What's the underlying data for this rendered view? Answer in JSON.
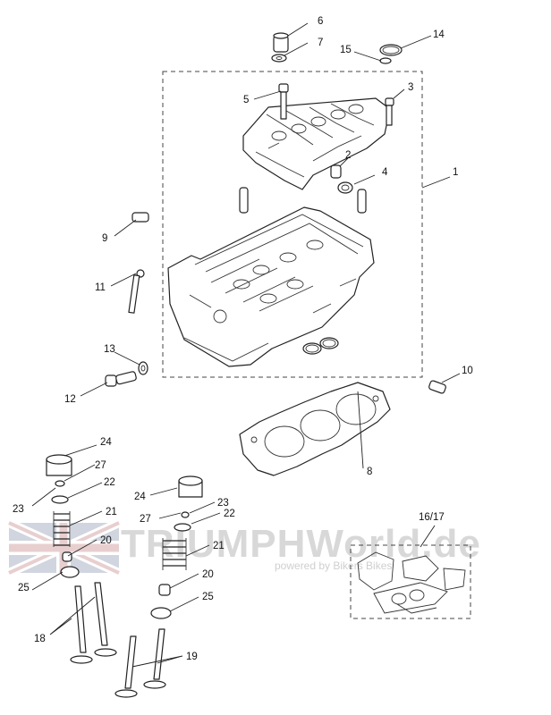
{
  "watermark": {
    "title": "TRIUMPHWorld.de",
    "subtitle": "powered by Bikers Bikes"
  },
  "callouts": {
    "c1": "1",
    "c2": "2",
    "c3": "3",
    "c4": "4",
    "c5": "5",
    "c6": "6",
    "c7": "7",
    "c8": "8",
    "c9": "9",
    "c10": "10",
    "c11": "11",
    "c12": "12",
    "c13": "13",
    "c14": "14",
    "c15": "15",
    "c16_17": "16/17",
    "c18": "18",
    "c19": "19",
    "c20a": "20",
    "c20b": "20",
    "c21a": "21",
    "c21b": "21",
    "c22a": "22",
    "c22b": "22",
    "c23a": "23",
    "c23b": "23",
    "c24a": "24",
    "c24b": "24",
    "c25a": "25",
    "c25b": "25",
    "c27a": "27",
    "c27b": "27"
  },
  "colors": {
    "flag_red": "#d7a9a9",
    "flag_blue": "#aab3c6",
    "watermark_gray": "#d8d8d8"
  }
}
